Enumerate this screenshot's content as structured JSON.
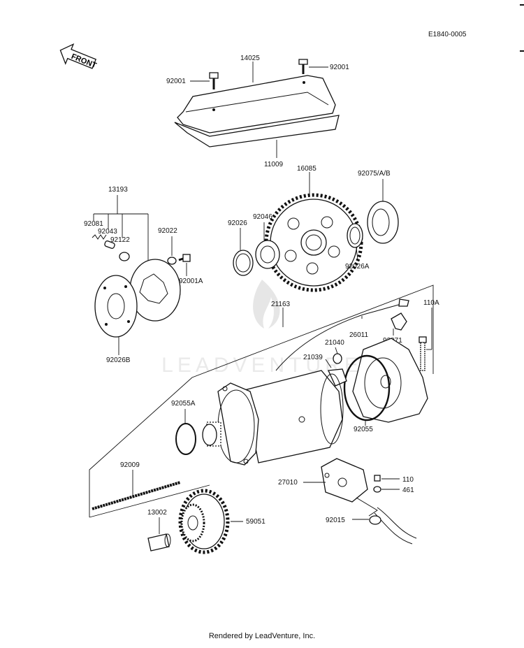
{
  "diagram_code": "E1840-0005",
  "front_label": "FRONT",
  "watermark": "LEADVENTURE",
  "footer": "Rendered by LeadVenture, Inc.",
  "callouts": {
    "p14025": "14025",
    "p92001_l": "92001",
    "p92001_r": "92001",
    "p11009": "11009",
    "p13193": "13193",
    "p92081": "92081",
    "p92043": "92043",
    "p92122": "92122",
    "p92022": "92022",
    "p92001A": "92001A",
    "p92026B": "92026B",
    "p16085": "16085",
    "p92075": "92075/A/B",
    "p92026": "92026",
    "p92046": "92046",
    "p92026A": "92026A",
    "p21163": "21163",
    "p26011": "26011",
    "p110A": "110A",
    "p21040": "21040",
    "p92071": "92071",
    "p21039": "21039",
    "p92055A": "92055A",
    "p92055": "92055",
    "p92009": "92009",
    "p27010": "27010",
    "p110": "110",
    "p461": "461",
    "p13002": "13002",
    "p59051": "59051",
    "p92015": "92015"
  }
}
